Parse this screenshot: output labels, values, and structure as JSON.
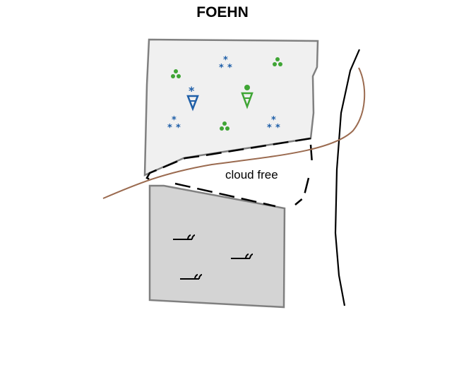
{
  "title": "FOEHN",
  "labels": {
    "cloud_free": "cloud free"
  },
  "colors": {
    "snow": "#1f5fa8",
    "rain": "#3fa535",
    "windward_area": "#f0f0f0",
    "leeward_area": "#d4d4d4",
    "area_border": "#808080",
    "river": "#9b6b50",
    "line": "#000000"
  },
  "symbols": {
    "snow_fields": 3,
    "snow_showers": 1,
    "rain_fields": 3,
    "rain_showers": 1,
    "wind_arrows": 3
  },
  "legend_semantics": {
    "snow_icon": "snow",
    "rain_icon": "rain",
    "snow_shower_icon": "snow shower",
    "rain_shower_icon": "rain shower",
    "dry_wind_icon": "dry foehn wind"
  }
}
